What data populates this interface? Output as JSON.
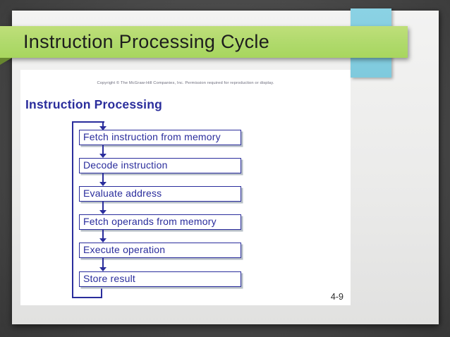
{
  "slide": {
    "title": "Instruction Processing Cycle",
    "copyright_notice": "Copyright © The McGraw-Hill Companies, Inc.  Permission required for reproduction or display.",
    "heading": "Instruction Processing",
    "page_number": "4-9"
  },
  "flowchart": {
    "steps": [
      {
        "label": "Fetch instruction from memory"
      },
      {
        "label": "Decode instruction"
      },
      {
        "label": "Evaluate address"
      },
      {
        "label": "Fetch operands from memory"
      },
      {
        "label": "Execute operation"
      },
      {
        "label": "Store result"
      }
    ],
    "loop": "Store result → Fetch instruction from memory"
  },
  "colors": {
    "banner_green": "#aed96a",
    "banner_fold_green": "#67862f",
    "tab_blue": "#85cde0",
    "flow_navy": "#2a2d9c",
    "slide_gray": "#ebebea",
    "background_gray": "#474747"
  }
}
